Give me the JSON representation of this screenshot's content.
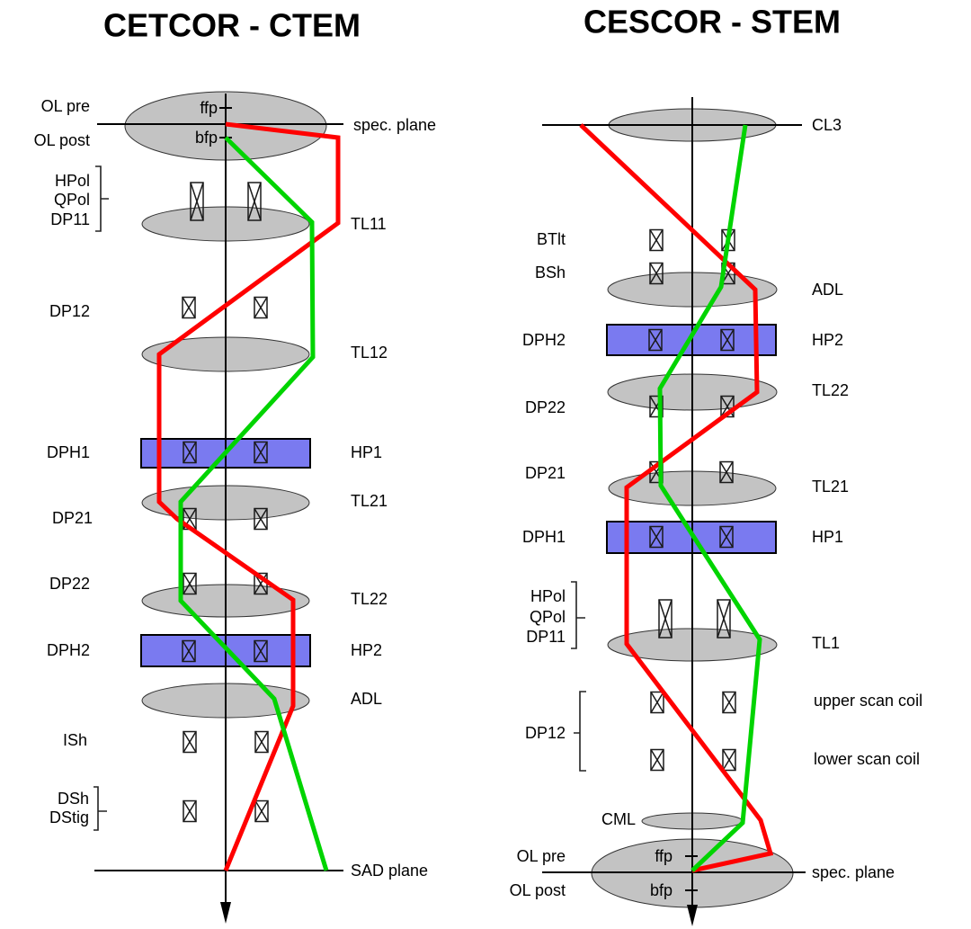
{
  "colors": {
    "ray_red": "#ff0000",
    "ray_green": "#00d400",
    "lens_fill": "#c3c3c3",
    "lens_stroke": "#333333",
    "hexapole_fill": "#7a7af0",
    "line": "#000000"
  },
  "left": {
    "title": "CETCOR - CTEM",
    "ol_pre": "OL pre",
    "ol_post": "OL post",
    "ffp": "ffp",
    "bfp": "bfp",
    "spec_plane": "spec. plane",
    "hpol": "HPol",
    "qpol": "QPol",
    "dp11": "DP11",
    "tl11": "TL11",
    "dp12": "DP12",
    "tl12": "TL12",
    "dph1": "DPH1",
    "hp1": "HP1",
    "tl21": "TL21",
    "dp21": "DP21",
    "dp22": "DP22",
    "tl22": "TL22",
    "dph2": "DPH2",
    "hp2": "HP2",
    "adl": "ADL",
    "ish": "ISh",
    "dsh": "DSh",
    "dstig": "DStig",
    "sad_plane": "SAD plane"
  },
  "right": {
    "title": "CESCOR - STEM",
    "cl3": "CL3",
    "btlt": "BTlt",
    "bsh": "BSh",
    "adl": "ADL",
    "dph2": "DPH2",
    "hp2": "HP2",
    "tl22": "TL22",
    "dp22": "DP22",
    "dp21": "DP21",
    "tl21": "TL21",
    "dph1": "DPH1",
    "hp1": "HP1",
    "hpol": "HPol",
    "qpol": "QPol",
    "dp11": "DP11",
    "tl1": "TL1",
    "upper_scan": "upper scan coil",
    "dp12": "DP12",
    "lower_scan": "lower scan coil",
    "cml": "CML",
    "ol_pre": "OL pre",
    "ol_post": "OL post",
    "ffp": "ffp",
    "bfp": "bfp",
    "spec_plane": "spec. plane"
  },
  "rays": {
    "left_red": "251,138 376,153 376,248 177,394 177,558 197,577 326,667 326,785 251,968",
    "left_green": "251,153 347,247 348,397 201,558 201,668 305,777 363,968",
    "right_red": "646,139 840,322 842,436 697,542 697,716 846,912 857,949 770,968",
    "right_green": "829,139 802,319 734,432 735,540 845,711 826,915 770,968"
  }
}
